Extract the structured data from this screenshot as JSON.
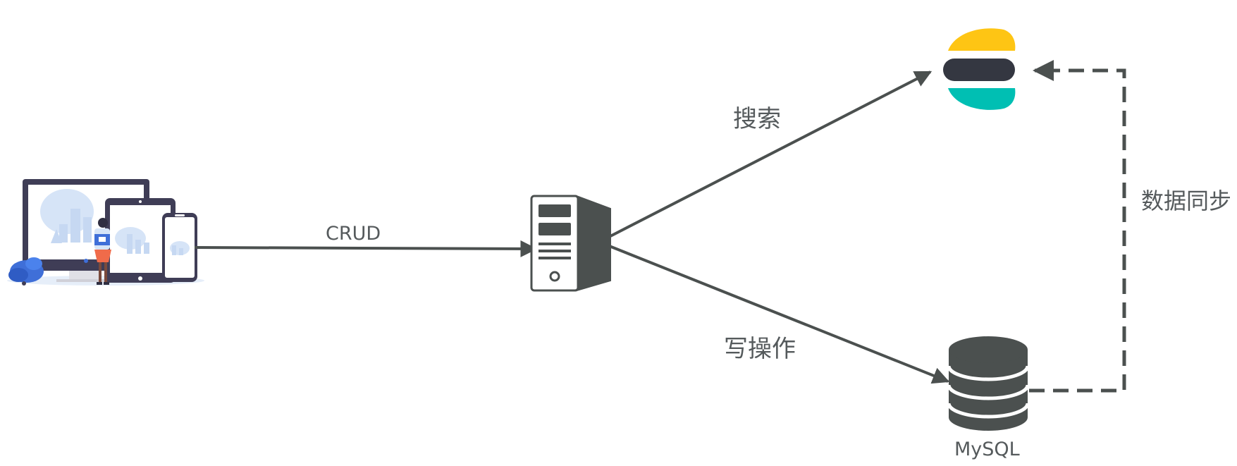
{
  "edges": {
    "crud": "CRUD",
    "search": "搜索",
    "write": "写操作",
    "sync": "数据同步"
  },
  "nodes": {
    "mysql": "MySQL"
  },
  "colors": {
    "arrow": "#4b504f",
    "server": "#4b504f",
    "elastic_yellow": "#fec514",
    "elastic_dark": "#343741",
    "elastic_teal": "#00bfb3",
    "device_frame": "#3f3d56",
    "device_accent": "#d6e4f7",
    "text": "#555a5c"
  },
  "icons": {
    "client": "devices-illustration-icon",
    "server": "server-tower-icon",
    "search_engine": "elasticsearch-logo-icon",
    "database": "database-icon"
  }
}
